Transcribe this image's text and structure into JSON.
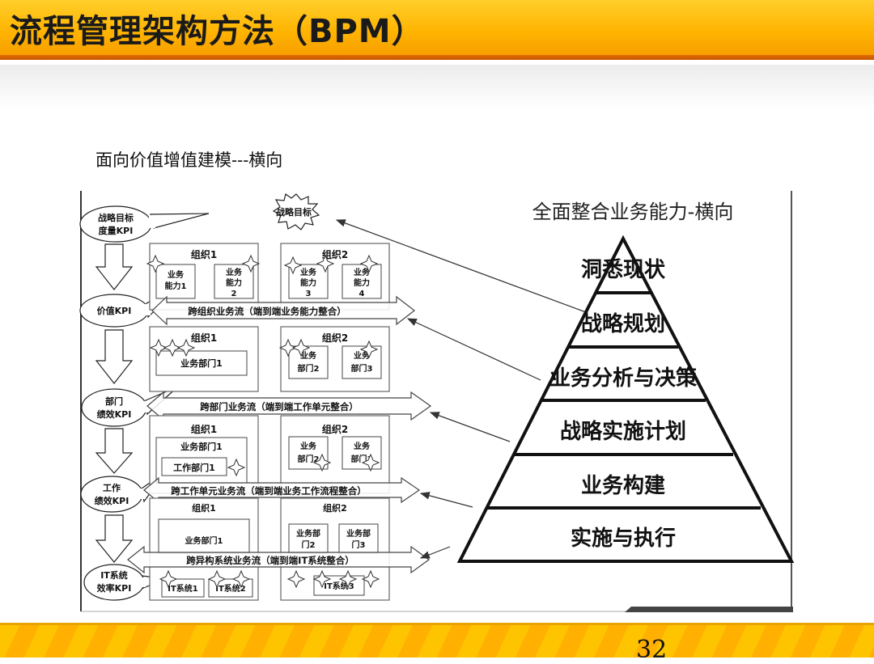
{
  "slide": {
    "title": "流程管理架构方法（BPM）",
    "subtitle": "面向价值增值建模---横向",
    "page_number": "32"
  },
  "left_diagram": {
    "strategy_goal": "战略目标",
    "kpis": [
      {
        "line1": "战略目标",
        "line2": "度量KPI"
      },
      {
        "line1": "价值KPI",
        "line2": ""
      },
      {
        "line1": "部门",
        "line2": "绩效KPI"
      },
      {
        "line1": "工作",
        "line2": "绩效KPI"
      },
      {
        "line1": "IT系统",
        "line2": "效率KPI"
      }
    ],
    "flows": [
      "跨组织业务流（端到端业务能力整合）",
      "跨部门业务流（端到端工作单元整合）",
      "跨工作单元业务流（端到端业务工作流程整合）",
      "跨异构系统业务流（端到端IT系统整合）"
    ],
    "layers": [
      {
        "org1": "组织1",
        "org2": "组织2",
        "boxes": [
          {
            "line1": "业务",
            "line2": "能力1",
            "line3": ""
          },
          {
            "line1": "业务",
            "line2": "能力",
            "line3": "2"
          },
          {
            "line1": "业务",
            "line2": "能力",
            "line3": "3"
          },
          {
            "line1": "业务",
            "line2": "能力",
            "line3": "4"
          }
        ]
      },
      {
        "org1": "组织1",
        "org2": "组织2",
        "boxes": [
          {
            "line1": "业务部门1",
            "line2": ""
          },
          {
            "line1": "业务",
            "line2": "部门2"
          },
          {
            "line1": "业务",
            "line2": "部门3"
          }
        ]
      },
      {
        "org1": "组织1",
        "org2": "组织2",
        "boxes": [
          {
            "line1": "业务部门1",
            "line2": ""
          },
          {
            "line1": "工作部门1",
            "line2": ""
          },
          {
            "line1": "业务",
            "line2": "部门2"
          },
          {
            "line1": "业务",
            "line2": "部门3"
          }
        ]
      },
      {
        "org1": "组织1",
        "org2": "组织2",
        "boxes": [
          {
            "line1": "业务部门1",
            "line2": ""
          },
          {
            "line1": "业务部",
            "line2": "门2"
          },
          {
            "line1": "业务部",
            "line2": "门3"
          },
          {
            "line1": "IT系统1",
            "line2": ""
          },
          {
            "line1": "IT系统2",
            "line2": ""
          },
          {
            "line1": "IT系统3",
            "line2": ""
          }
        ]
      }
    ]
  },
  "pyramid": {
    "title": "全面整合业务能力-横向",
    "levels": [
      "洞悉现状",
      "战略规划",
      "业务分析与决策",
      "战略实施计划",
      "业务构建",
      "实施与执行"
    ]
  }
}
